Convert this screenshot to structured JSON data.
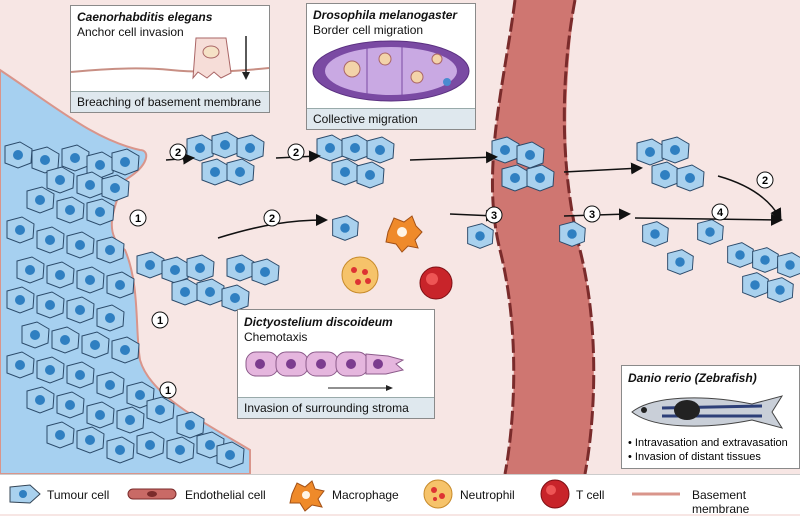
{
  "boxes": {
    "celegans": {
      "species": "Caenorhabditis elegans",
      "subtitle": "Anchor cell invasion",
      "footer": "Breaching of basement membrane"
    },
    "drosophila": {
      "species": "Drosophila melanogaster",
      "subtitle": "Border cell migration",
      "footer": "Collective migration"
    },
    "dicty": {
      "species": "Dictyostelium discoideum",
      "subtitle": "Chemotaxis",
      "footer": "Invasion of surrounding stroma"
    },
    "danio": {
      "species": "Danio rerio (Zebrafish)",
      "bullets": [
        "• Intravasation and extravasation",
        "• Invasion of distant tissues"
      ]
    }
  },
  "step_labels": {
    "one": "1",
    "two": "2",
    "three": "3",
    "four": "4"
  },
  "legend": {
    "tumour": "Tumour cell",
    "endothelial": "Endothelial cell",
    "macrophage": "Macrophage",
    "neutrophil": "Neutrophil",
    "tcell": "T cell",
    "basement": "Basement membrane"
  },
  "colors": {
    "tumour_fill": "#a9d1ee",
    "tumour_nucleus": "#2f7fc1",
    "tissue": "#a6d0f0",
    "vessel": "#c96a66",
    "macrophage": "#ef8a2a",
    "neutrophil": "#f6c36a",
    "tcell": "#c8242a",
    "basement": "#d9958b"
  }
}
